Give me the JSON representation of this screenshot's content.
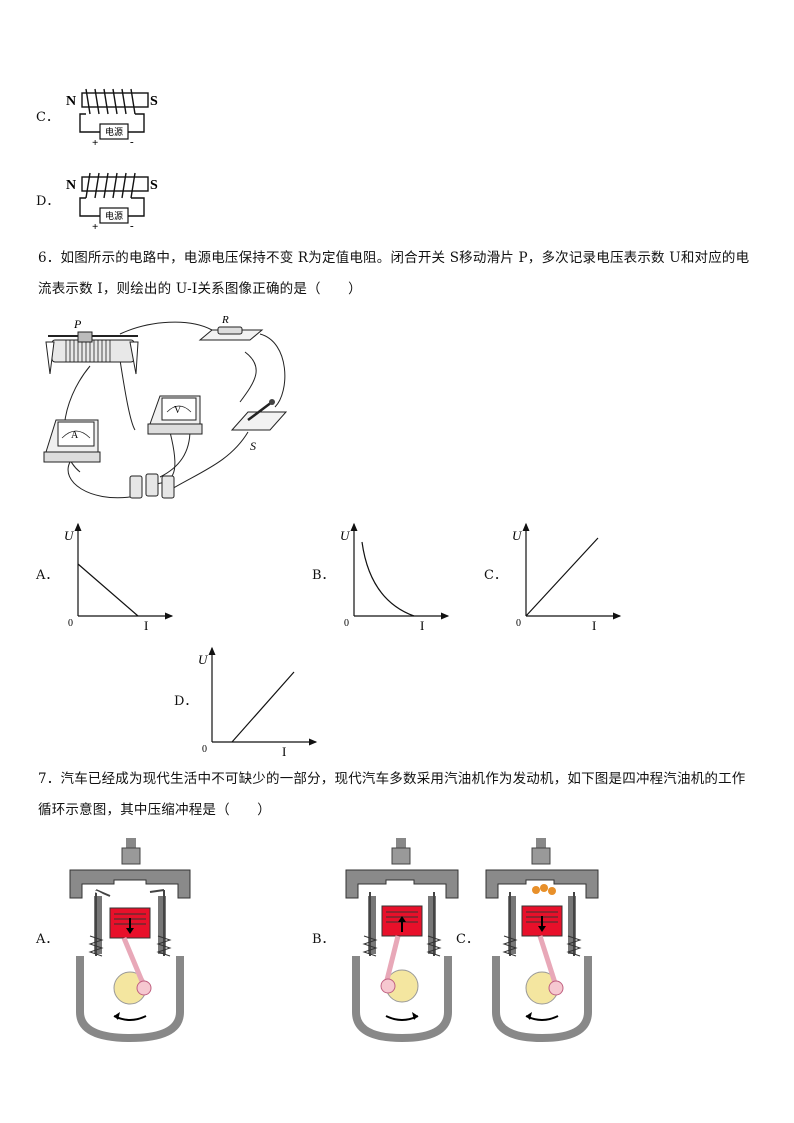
{
  "q5": {
    "options": [
      {
        "letter": "C．",
        "left_pole": "N",
        "right_pole": "S",
        "power_label": "电源",
        "plus": "+",
        "minus": "-"
      },
      {
        "letter": "D．",
        "left_pole": "N",
        "right_pole": "S",
        "power_label": "电源",
        "plus": "+",
        "minus": "-"
      }
    ]
  },
  "q6": {
    "line1": "6．如图所示的电路中，电源电压保持不变 R为定值电阻。闭合开关 S移动滑片 P，多次记录电压表示数 U和对应的电",
    "line2": "流表示数 I，则绘出的 U-I关系图像正确的是（　　）",
    "circuit_labels": {
      "slider": "P",
      "resistor": "R",
      "switch": "S",
      "voltmeter": "V",
      "ammeter": "A"
    },
    "graphs": [
      {
        "letter": "A．",
        "y_axis": "U",
        "x_axis": "I",
        "origin": "0",
        "shape": "decreasing-line"
      },
      {
        "letter": "B．",
        "y_axis": "U",
        "x_axis": "I",
        "origin": "0",
        "shape": "decreasing-curve"
      },
      {
        "letter": "C．",
        "y_axis": "U",
        "x_axis": "I",
        "origin": "0",
        "shape": "through-origin"
      },
      {
        "letter": "D．",
        "y_axis": "U",
        "x_axis": "I",
        "origin": "0",
        "shape": "x-intercept-line"
      }
    ]
  },
  "q7": {
    "line1": "7．汽车已经成为现代生活中不可缺少的一部分，现代汽车多数采用汽油机作为发动机，如下图是四冲程汽油机的工作",
    "line2": "循环示意图，其中压缩冲程是（　　）",
    "options": [
      {
        "letter": "A．",
        "piston": "down",
        "intake_open": true,
        "spark": false
      },
      {
        "letter": "B．",
        "piston": "up",
        "intake_open": false,
        "spark": false
      },
      {
        "letter": "C．",
        "piston": "down",
        "intake_open": false,
        "spark": true
      }
    ]
  }
}
